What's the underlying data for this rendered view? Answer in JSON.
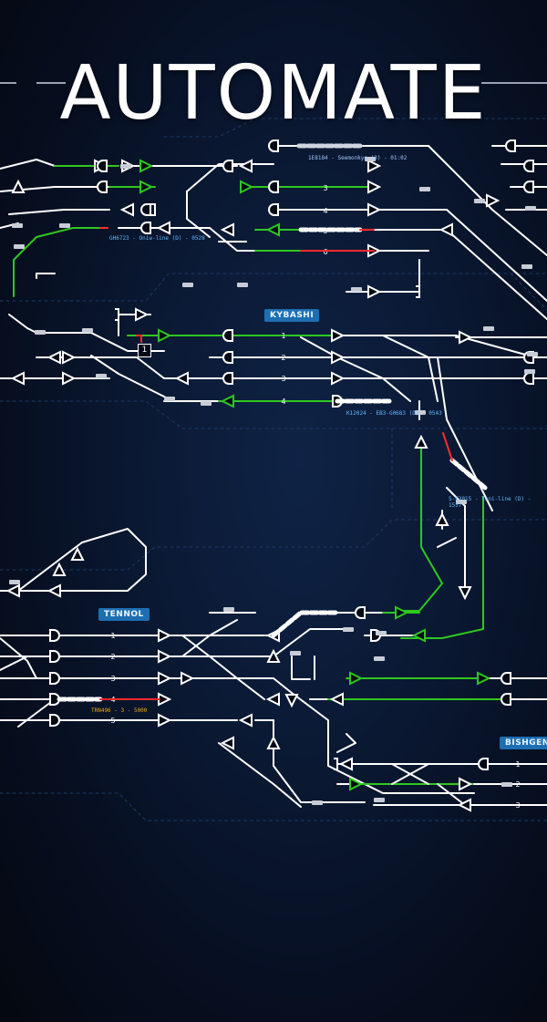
{
  "title": "AUTOMATE",
  "colors": {
    "background": "#060d1d",
    "track": "#ffffff",
    "active_route": "#2ec81f",
    "station_label": "#1e6fb2",
    "danger": "#ff2a2a",
    "train_info": "#f0a818"
  },
  "stations": {
    "kybashi": "KYBASHI",
    "tennol": "TENNOL",
    "bishgen": "BISHGEN"
  },
  "platforms": {
    "top": [
      "3",
      "4",
      "5",
      "6"
    ],
    "kybashi": [
      "1",
      "2",
      "3",
      "4"
    ],
    "tennol": [
      "1",
      "2",
      "3",
      "4",
      "5"
    ],
    "bishgen": [
      "1",
      "2",
      "3"
    ]
  },
  "train_info": {
    "upper_left": "GH6723 - Oniw-line (D) - 0528",
    "kybashi": "K12024 - EB3-G0683 (D) - 0543",
    "east": "S-E3015 - Tani-line (D) - 1557",
    "tennol": "TRN496 - 3 - 5000",
    "center_top": "1E8184 - Seemonkyo (3) - 01:02"
  },
  "block_number": "1"
}
